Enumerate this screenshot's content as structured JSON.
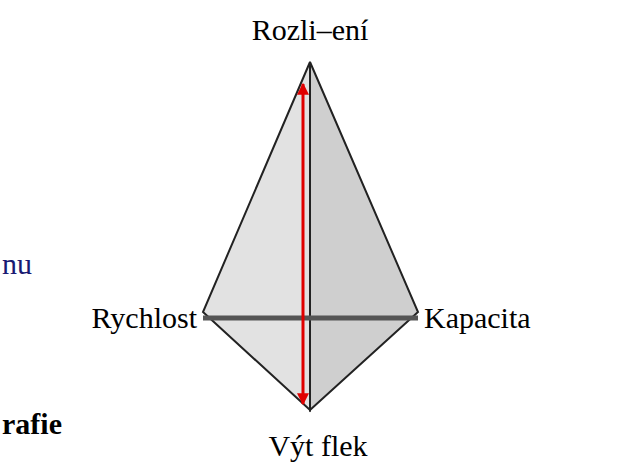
{
  "diagram": {
    "labels": [
      "Rozli–ení",
      "Rychlost",
      "Kapacita",
      "Výt flek",
      "nu",
      "rafie"
    ]
  }
}
